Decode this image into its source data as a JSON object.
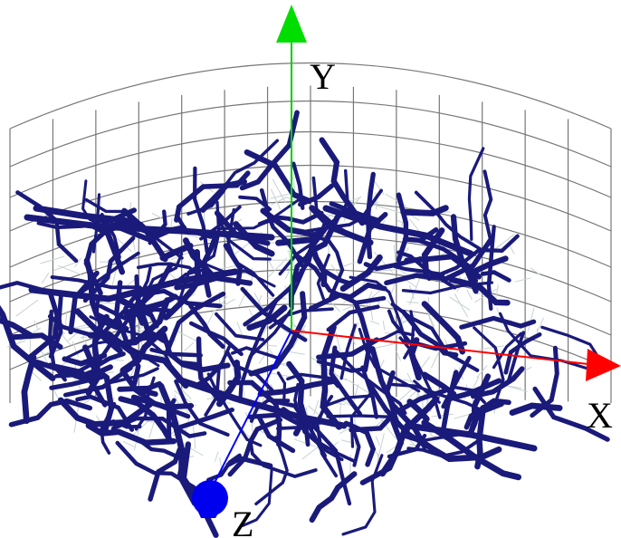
{
  "axes": {
    "x": {
      "label": "X",
      "color": "#ff0000"
    },
    "y": {
      "label": "Y",
      "color": "#00cc00"
    },
    "z": {
      "label": "Z",
      "color": "#0000ff"
    }
  },
  "colors": {
    "network": "#1a1a7a",
    "network_faint": "#c8d2d2",
    "grid": "#777777",
    "background": "#ffffff"
  }
}
